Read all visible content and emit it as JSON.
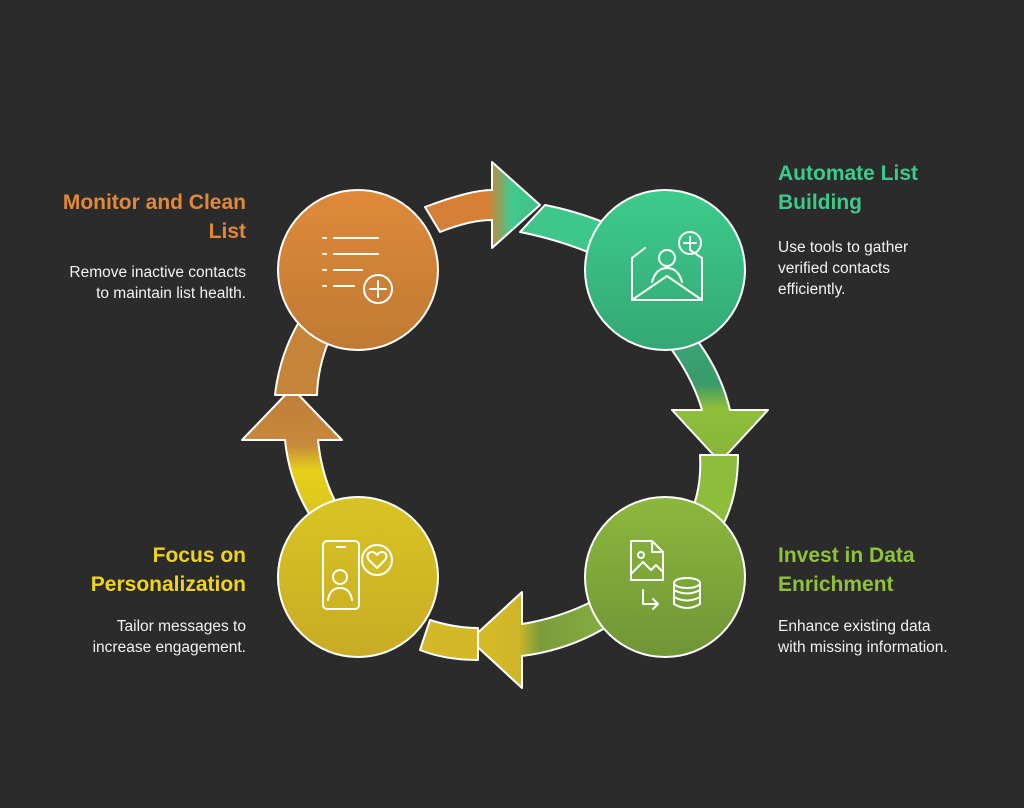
{
  "steps": [
    {
      "id": "monitor",
      "title": [
        "Monitor and Clean",
        "List"
      ],
      "description": [
        "Remove inactive contacts",
        "to maintain list health."
      ],
      "color": "#e2883a",
      "icon": "list-add-icon"
    },
    {
      "id": "automate",
      "title": [
        "Automate List",
        "Building"
      ],
      "description": [
        "Use tools to gather",
        "verified contacts",
        "efficiently."
      ],
      "color": "#3cc98a",
      "icon": "envelope-user-add-icon"
    },
    {
      "id": "enrich",
      "title": [
        "Invest in Data",
        "Enrichment"
      ],
      "description": [
        "Enhance existing data",
        "with missing information."
      ],
      "color": "#8fc23a",
      "icon": "image-to-database-icon"
    },
    {
      "id": "personalize",
      "title": [
        "Focus on",
        "Personalization"
      ],
      "description": [
        "Tailor messages to",
        "increase engagement."
      ],
      "color": "#f0d320",
      "icon": "phone-user-heart-icon"
    }
  ],
  "background": "#2b2b2b"
}
